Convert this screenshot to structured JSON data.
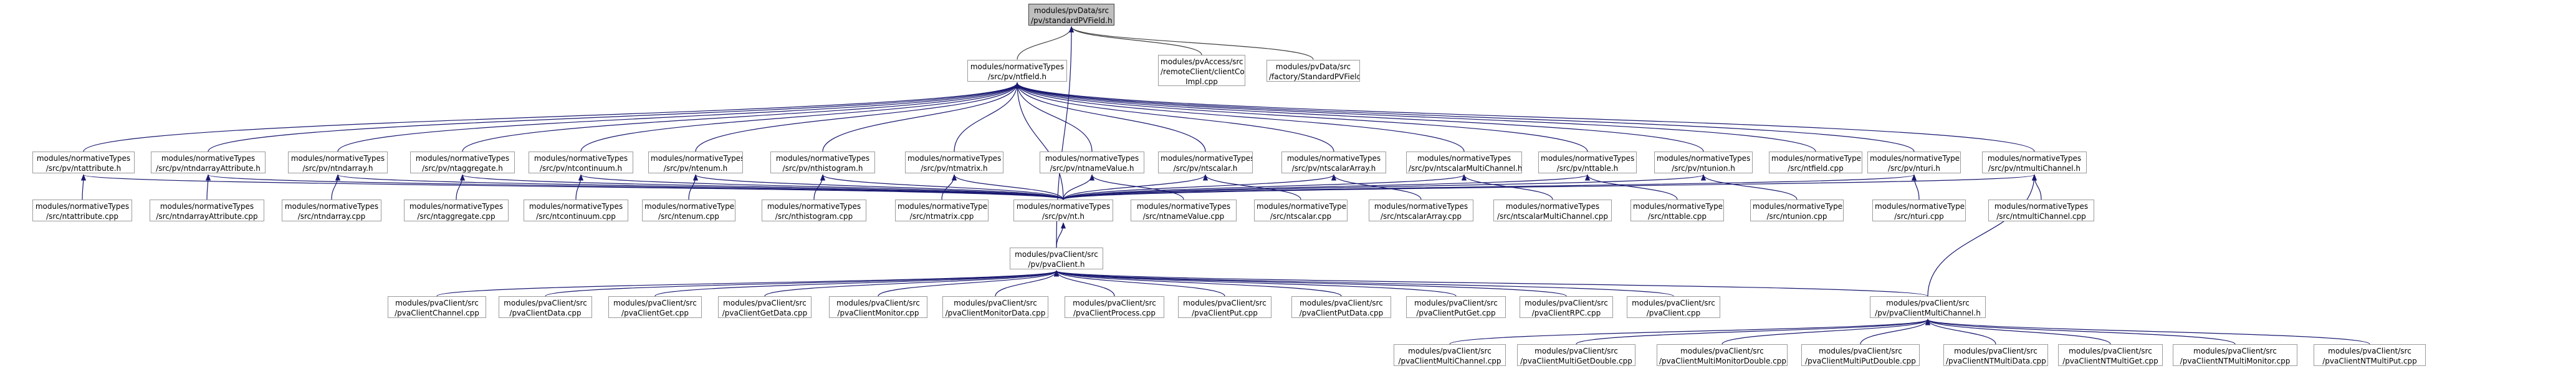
{
  "colors": {
    "node_border": "#9b9b9b",
    "root_fill": "#bfbfbf",
    "edge": "#191970",
    "edge_gray": "#404040"
  },
  "nodes": [
    {
      "id": "root",
      "l1": "modules/pvData/src",
      "l2": "/pv/standardPVField.h",
      "root": true
    },
    {
      "id": "ntfield_h",
      "l1": "modules/normativeTypes",
      "l2": "/src/pv/ntfield.h"
    },
    {
      "id": "rcc",
      "l1": "modules/pvAccess/src",
      "l2": "/remoteClient/clientContext",
      "l3": "Impl.cpp"
    },
    {
      "id": "spvf",
      "l1": "modules/pvData/src",
      "l2": "/factory/StandardPVField.cpp"
    },
    {
      "id": "ntattribute_h",
      "l1": "modules/normativeTypes",
      "l2": "/src/pv/ntattribute.h"
    },
    {
      "id": "ntndarrayattr_h",
      "l1": "modules/normativeTypes",
      "l2": "/src/pv/ntndarrayAttribute.h"
    },
    {
      "id": "ntndarray_h",
      "l1": "modules/normativeTypes",
      "l2": "/src/pv/ntndarray.h"
    },
    {
      "id": "ntaggregate_h",
      "l1": "modules/normativeTypes",
      "l2": "/src/pv/ntaggregate.h"
    },
    {
      "id": "ntcontinuum_h",
      "l1": "modules/normativeTypes",
      "l2": "/src/pv/ntcontinuum.h"
    },
    {
      "id": "ntenum_h",
      "l1": "modules/normativeTypes",
      "l2": "/src/pv/ntenum.h"
    },
    {
      "id": "nthistogram_h",
      "l1": "modules/normativeTypes",
      "l2": "/src/pv/nthistogram.h"
    },
    {
      "id": "ntmatrix_h",
      "l1": "modules/normativeTypes",
      "l2": "/src/pv/ntmatrix.h"
    },
    {
      "id": "ntnamevalue_h",
      "l1": "modules/normativeTypes",
      "l2": "/src/pv/ntnameValue.h"
    },
    {
      "id": "ntscalar_h",
      "l1": "modules/normativeTypes",
      "l2": "/src/pv/ntscalar.h"
    },
    {
      "id": "ntscalararray_h",
      "l1": "modules/normativeTypes",
      "l2": "/src/pv/ntscalarArray.h"
    },
    {
      "id": "ntscalarmc_h",
      "l1": "modules/normativeTypes",
      "l2": "/src/pv/ntscalarMultiChannel.h"
    },
    {
      "id": "nttable_h",
      "l1": "modules/normativeTypes",
      "l2": "/src/pv/nttable.h"
    },
    {
      "id": "ntunion_h",
      "l1": "modules/normativeTypes",
      "l2": "/src/pv/ntunion.h"
    },
    {
      "id": "ntfield_cpp",
      "l1": "modules/normativeTypes",
      "l2": "/src/ntfield.cpp"
    },
    {
      "id": "nturi_h",
      "l1": "modules/normativeTypes",
      "l2": "/src/pv/nturi.h"
    },
    {
      "id": "ntmc_h",
      "l1": "modules/normativeTypes",
      "l2": "/src/pv/ntmultiChannel.h"
    },
    {
      "id": "ntattribute_cpp",
      "l1": "modules/normativeTypes",
      "l2": "/src/ntattribute.cpp"
    },
    {
      "id": "ntndarrayattr_cpp",
      "l1": "modules/normativeTypes",
      "l2": "/src/ntndarrayAttribute.cpp"
    },
    {
      "id": "ntndarray_cpp",
      "l1": "modules/normativeTypes",
      "l2": "/src/ntndarray.cpp"
    },
    {
      "id": "ntaggregate_cpp",
      "l1": "modules/normativeTypes",
      "l2": "/src/ntaggregate.cpp"
    },
    {
      "id": "ntcontinuum_cpp",
      "l1": "modules/normativeTypes",
      "l2": "/src/ntcontinuum.cpp"
    },
    {
      "id": "ntenum_cpp",
      "l1": "modules/normativeTypes",
      "l2": "/src/ntenum.cpp"
    },
    {
      "id": "nthistogram_cpp",
      "l1": "modules/normativeTypes",
      "l2": "/src/nthistogram.cpp"
    },
    {
      "id": "ntmatrix_cpp",
      "l1": "modules/normativeTypes",
      "l2": "/src/ntmatrix.cpp"
    },
    {
      "id": "nt_h",
      "l1": "modules/normativeTypes",
      "l2": "/src/pv/nt.h"
    },
    {
      "id": "ntnamevalue_cpp",
      "l1": "modules/normativeTypes",
      "l2": "/src/ntnameValue.cpp"
    },
    {
      "id": "ntscalar_cpp",
      "l1": "modules/normativeTypes",
      "l2": "/src/ntscalar.cpp"
    },
    {
      "id": "ntscalararray_cpp",
      "l1": "modules/normativeTypes",
      "l2": "/src/ntscalarArray.cpp"
    },
    {
      "id": "ntscalarmc_cpp",
      "l1": "modules/normativeTypes",
      "l2": "/src/ntscalarMultiChannel.cpp"
    },
    {
      "id": "nttable_cpp",
      "l1": "modules/normativeTypes",
      "l2": "/src/nttable.cpp"
    },
    {
      "id": "ntunion_cpp",
      "l1": "modules/normativeTypes",
      "l2": "/src/ntunion.cpp"
    },
    {
      "id": "nturi_cpp",
      "l1": "modules/normativeTypes",
      "l2": "/src/nturi.cpp"
    },
    {
      "id": "ntmc_cpp",
      "l1": "modules/normativeTypes",
      "l2": "/src/ntmultiChannel.cpp"
    },
    {
      "id": "pvaclient_h",
      "l1": "modules/pvaClient/src",
      "l2": "/pv/pvaClient.h"
    },
    {
      "id": "pcchannel",
      "l1": "modules/pvaClient/src",
      "l2": "/pvaClientChannel.cpp"
    },
    {
      "id": "pcdata",
      "l1": "modules/pvaClient/src",
      "l2": "/pvaClientData.cpp"
    },
    {
      "id": "pcget",
      "l1": "modules/pvaClient/src",
      "l2": "/pvaClientGet.cpp"
    },
    {
      "id": "pcgetdata",
      "l1": "modules/pvaClient/src",
      "l2": "/pvaClientGetData.cpp"
    },
    {
      "id": "pcmonitor",
      "l1": "modules/pvaClient/src",
      "l2": "/pvaClientMonitor.cpp"
    },
    {
      "id": "pcmonitordata",
      "l1": "modules/pvaClient/src",
      "l2": "/pvaClientMonitorData.cpp"
    },
    {
      "id": "pcprocess",
      "l1": "modules/pvaClient/src",
      "l2": "/pvaClientProcess.cpp"
    },
    {
      "id": "pcput",
      "l1": "modules/pvaClient/src",
      "l2": "/pvaClientPut.cpp"
    },
    {
      "id": "pcputdata",
      "l1": "modules/pvaClient/src",
      "l2": "/pvaClientPutData.cpp"
    },
    {
      "id": "pcputget",
      "l1": "modules/pvaClient/src",
      "l2": "/pvaClientPutGet.cpp"
    },
    {
      "id": "pcrpc",
      "l1": "modules/pvaClient/src",
      "l2": "/pvaClientRPC.cpp"
    },
    {
      "id": "pcclient",
      "l1": "modules/pvaClient/src",
      "l2": "/pvaClient.cpp"
    },
    {
      "id": "pcmc_h",
      "l1": "modules/pvaClient/src",
      "l2": "/pv/pvaClientMultiChannel.h"
    },
    {
      "id": "pcmc_cpp",
      "l1": "modules/pvaClient/src",
      "l2": "/pvaClientMultiChannel.cpp"
    },
    {
      "id": "pcmgd",
      "l1": "modules/pvaClient/src",
      "l2": "/pvaClientMultiGetDouble.cpp"
    },
    {
      "id": "pcmmd",
      "l1": "modules/pvaClient/src",
      "l2": "/pvaClientMultiMonitorDouble.cpp"
    },
    {
      "id": "pcmpd",
      "l1": "modules/pvaClient/src",
      "l2": "/pvaClientMultiPutDouble.cpp"
    },
    {
      "id": "pcntmgd",
      "l1": "modules/pvaClient/src",
      "l2": "/pvaClientNTMultiData.cpp"
    },
    {
      "id": "pcntmg",
      "l1": "modules/pvaClient/src",
      "l2": "/pvaClientNTMultiGet.cpp"
    },
    {
      "id": "pcntmm",
      "l1": "modules/pvaClient/src",
      "l2": "/pvaClientNTMultiMonitor.cpp"
    },
    {
      "id": "pcntmp",
      "l1": "modules/pvaClient/src",
      "l2": "/pvaClientNTMultiPut.cpp"
    }
  ]
}
